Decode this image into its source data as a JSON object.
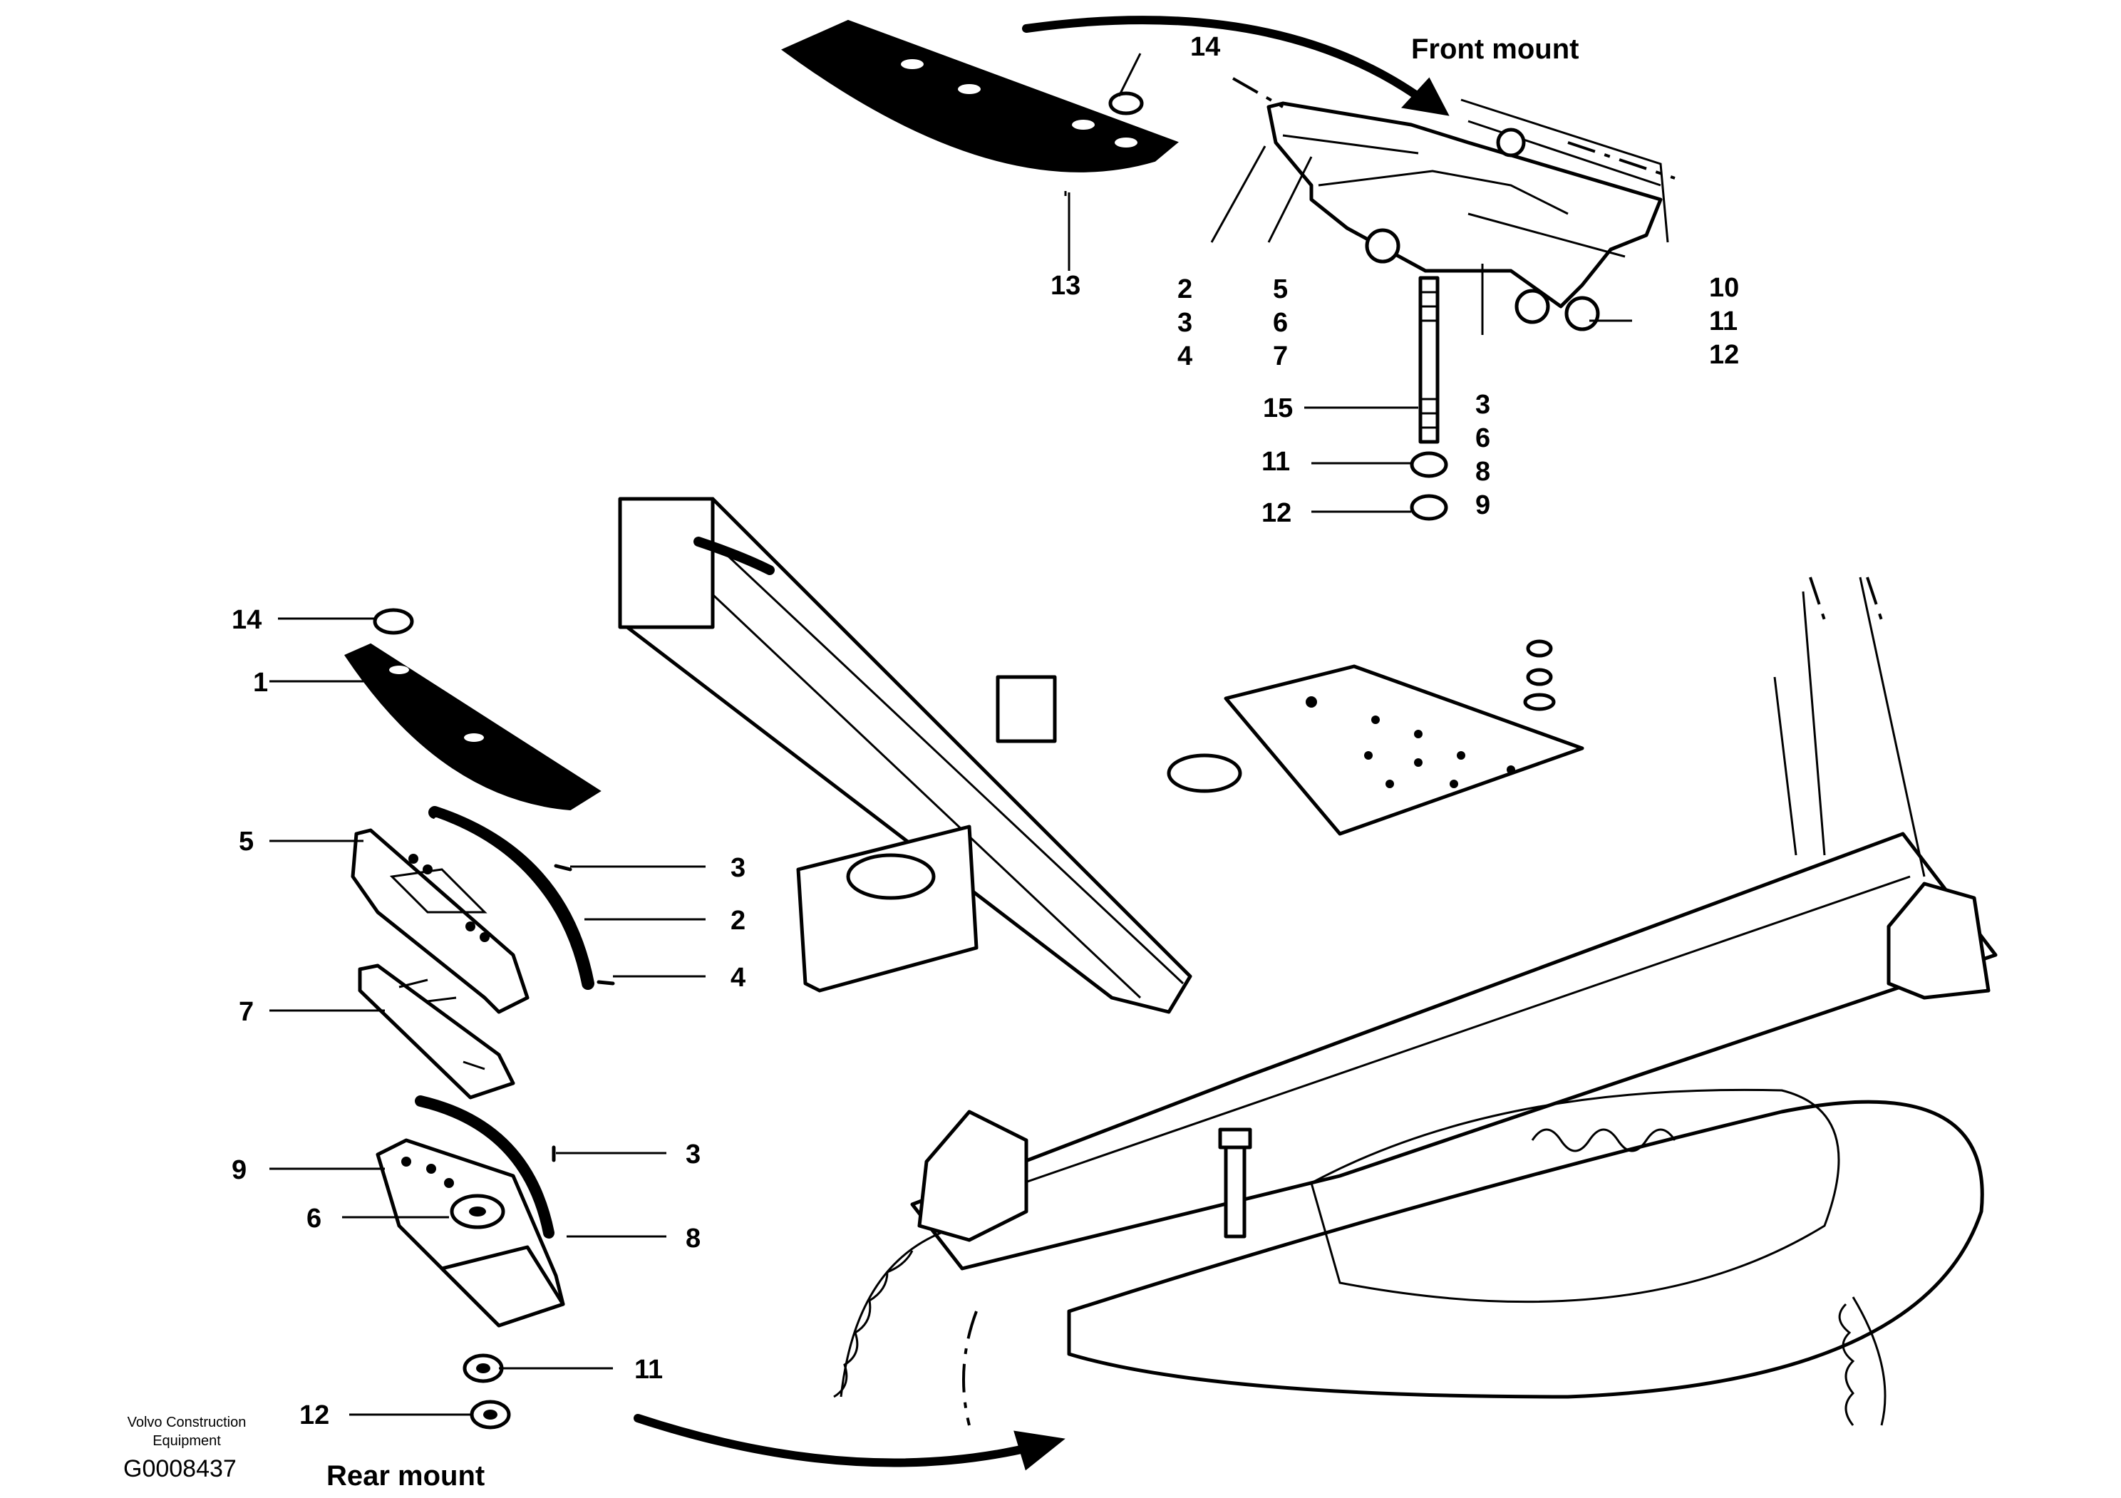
{
  "titles": {
    "front": "Front mount",
    "rear": "Rear mount"
  },
  "footer": {
    "brand_line1": "Volvo Construction",
    "brand_line2": "Equipment",
    "drawing_code": "G0008437"
  },
  "front_callouts": {
    "c14": "14",
    "c13": "13",
    "c2": "2",
    "c3": "3",
    "c4": "4",
    "c5": "5",
    "c6": "6",
    "c7": "7",
    "c10": "10",
    "c11": "11",
    "c12": "12",
    "c15": "15",
    "c3b": "3",
    "c6b": "6",
    "c8b": "8",
    "c9b": "9",
    "c11b": "11",
    "c12b": "12"
  },
  "rear_callouts": {
    "c14": "14",
    "c1": "1",
    "c5": "5",
    "c3": "3",
    "c2": "2",
    "c4": "4",
    "c7": "7",
    "c3b": "3",
    "c9": "9",
    "c6": "6",
    "c8": "8",
    "c11": "11",
    "c12": "12"
  }
}
